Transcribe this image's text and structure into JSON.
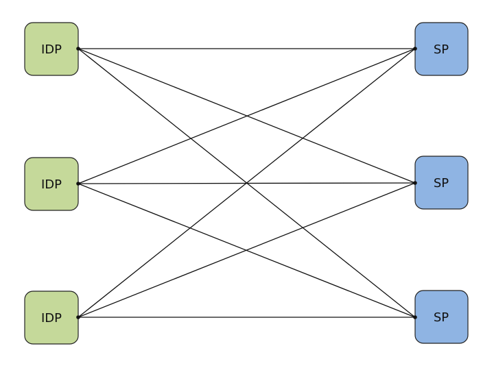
{
  "diagram": {
    "idp_nodes": [
      {
        "label": "IDP"
      },
      {
        "label": "IDP"
      },
      {
        "label": "IDP"
      }
    ],
    "sp_nodes": [
      {
        "label": "SP"
      },
      {
        "label": "SP"
      },
      {
        "label": "SP"
      }
    ],
    "connections": [
      {
        "from": 0,
        "to": 0
      },
      {
        "from": 0,
        "to": 1
      },
      {
        "from": 0,
        "to": 2
      },
      {
        "from": 1,
        "to": 0
      },
      {
        "from": 1,
        "to": 1
      },
      {
        "from": 1,
        "to": 2
      },
      {
        "from": 2,
        "to": 0
      },
      {
        "from": 2,
        "to": 1
      },
      {
        "from": 2,
        "to": 2
      }
    ],
    "colors": {
      "idp_fill": "#c5d99a",
      "sp_fill": "#8fb4e3",
      "line": "#111111"
    }
  }
}
